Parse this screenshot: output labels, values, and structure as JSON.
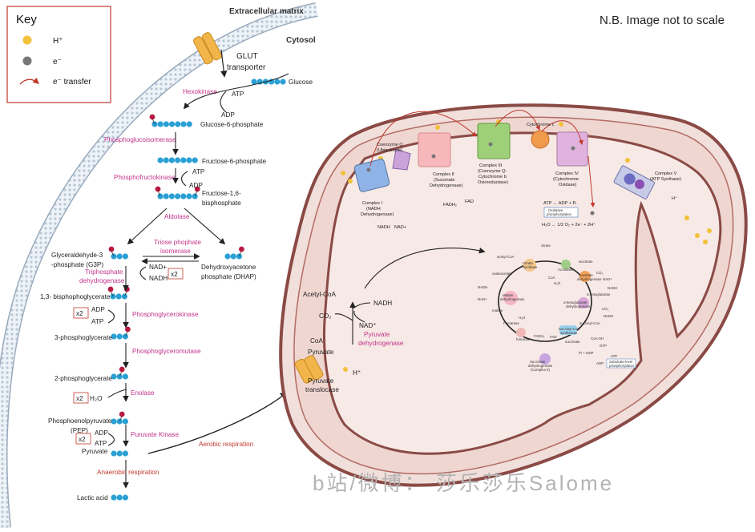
{
  "key": {
    "title": "Key",
    "items": [
      {
        "label": "H⁺",
        "icon": "proton-dot-icon"
      },
      {
        "label": "e⁻",
        "icon": "electron-dot-icon"
      },
      {
        "label": "e⁻ transfer",
        "icon": "curved-red-arrow-icon"
      }
    ]
  },
  "note": "N.B. Image not to scale",
  "regions": {
    "extracellular": "Extracellular matrix",
    "cytosol": "Cytosol"
  },
  "glut": {
    "line1": "GLUT",
    "line2": "transporter"
  },
  "glycolysis": {
    "metabolites": [
      {
        "id": "glucose",
        "label": "Glucose"
      },
      {
        "id": "g6p",
        "label": "Glucose-6-phosphate"
      },
      {
        "id": "f6p",
        "label": "Fructose-6-phosphate"
      },
      {
        "id": "f16bp",
        "label1": "Fructose-1,6-",
        "label2": "bisphosphate"
      },
      {
        "id": "g3p",
        "label1": "Glyceraldehyde-3",
        "label2": "-phosphate (G3P)"
      },
      {
        "id": "dhap",
        "label1": "Dehydroxyacetone",
        "label2": "phosphate (DHAP)"
      },
      {
        "id": "bpg13",
        "label": "1,3- bisphophoglycerate"
      },
      {
        "id": "pg3",
        "label": "3-phosphoglycerate"
      },
      {
        "id": "pg2",
        "label": "2-phosphoglycerate"
      },
      {
        "id": "pep",
        "label1": "Phosphoenolpyruvate",
        "label2": "(PEP)"
      },
      {
        "id": "pyruvate",
        "label": "Pyruvate"
      },
      {
        "id": "lactic",
        "label": "Lactic acid"
      }
    ],
    "enzymes": {
      "hexokinase": "Hexokinase",
      "phosphoglucoisomerase": "Phosphoglucoisomerase",
      "phosphofructokinase": "Phosphofructokinase",
      "aldolase": "Aldolase",
      "tpi1": "Triose phophate",
      "tpi2": "isomerase",
      "tpd1": "Triphosphate",
      "tpd2": "dehydrogenase",
      "pgk": "Phosphoglycerokinase",
      "pgm": "Phosphoglyceromutase",
      "enolase": "Enolase",
      "pk": "Puruvate Kinase"
    },
    "cofactors": {
      "atp": "ATP",
      "adp": "ADP",
      "nadp": "NAD+",
      "nadh": "NADH",
      "x2": "x2",
      "h2o": "H₂O"
    },
    "paths": {
      "anaerobic": "Anaerobic respiration",
      "aerobic": "Aerobic  respiration"
    }
  },
  "mitochondrion": {
    "pyruvate_translocase1": "Pyruvate",
    "pyruvate_translocase2": "translocase",
    "hplus": "H⁺",
    "pdh": {
      "coa": "CoA",
      "pyruvate": "Pyruvate",
      "enzyme1": "Pyruvate",
      "enzyme2": "dehydrogenase",
      "co2": "CO₂",
      "nad": "NAD⁺",
      "nadh": "NADH",
      "acetyl": "Acetyl-CoA"
    },
    "etc": {
      "complex1": [
        "Complex I",
        "(NADH",
        "Dehydrogenase)"
      ],
      "complex2": [
        "Complex II",
        "(Succinate",
        "Dehydrogenase)"
      ],
      "complex3": [
        "Complex III",
        "(Coenzyme Q-",
        "Cytochrome b",
        "Oxioreductase)"
      ],
      "complex4": [
        "Complex IV",
        "(Cytochrome",
        "Oxidase)"
      ],
      "complex5": [
        "Complex V",
        "(ATP Synthase)"
      ],
      "coq": [
        "Coenzyme Q",
        "(Ubiquinone)"
      ],
      "cytc": "Cytochrome c",
      "fadh2": "FADH₂",
      "fad": "FAD",
      "nadh": "NADH",
      "nadp": "NAD+",
      "atp_line": "ATP  ←  ADP + Pᵢ",
      "oxphos": [
        "Oxidative",
        "phosphorylation"
      ],
      "water_line": "H₂O  ←  1/2 O₂ +  2e⁻ + 2H⁺",
      "hplus": "H⁺"
    },
    "krebs": {
      "acetylcoa": "acetyl-CoA",
      "citrate": "citrate",
      "citrate_synthase": [
        "Citrate",
        "Synthase"
      ],
      "aconitase": "Aconitase",
      "isocitrate": "isocitrate",
      "isocitrate_dh": [
        "Isocitrate",
        "dehydrogenase"
      ],
      "co2": "CO₂",
      "nadh": "NADH",
      "nadp": "NAD+",
      "akg": "α-ketoglutarate",
      "akg_dh": [
        "α-ketoglutarate",
        "dehydrogenase"
      ],
      "succinylcoa": "succinyl-CoA",
      "scs": [
        "Succinyl-CoA",
        "synthetase"
      ],
      "succinate": "succinate",
      "coash": "CoA-SH",
      "gtp": "GTP",
      "gdp": "Pi + GDP",
      "atp": "ATP",
      "adp": "ADP",
      "slp": [
        "Substrate-level",
        "phosphorylation"
      ],
      "sdh": [
        "Succinate",
        "dehydrogenase",
        "(Complex II)"
      ],
      "fadh2": "FADH₂",
      "fad": "FAD",
      "fumarate": "fumarate",
      "fumarase": "Fumarase",
      "h2o": "H₂O",
      "malate": "malate",
      "malate_dh": [
        "Malate",
        "dehydrogenase"
      ],
      "oxaloacetate": "oxaloacetate",
      "coa": "CoA",
      "h2o2": "H₂O"
    }
  },
  "watermark": "b站/微博： 莎乐莎乐Salome",
  "colors": {
    "bead": "#2aa0d4",
    "phosphate": "#b8193f",
    "enzyme": "#c2338a",
    "mito_fill": "#f1dfdb",
    "mito_edge": "#8a4a45",
    "proton": "#f3c13a",
    "electron": "#777777"
  }
}
